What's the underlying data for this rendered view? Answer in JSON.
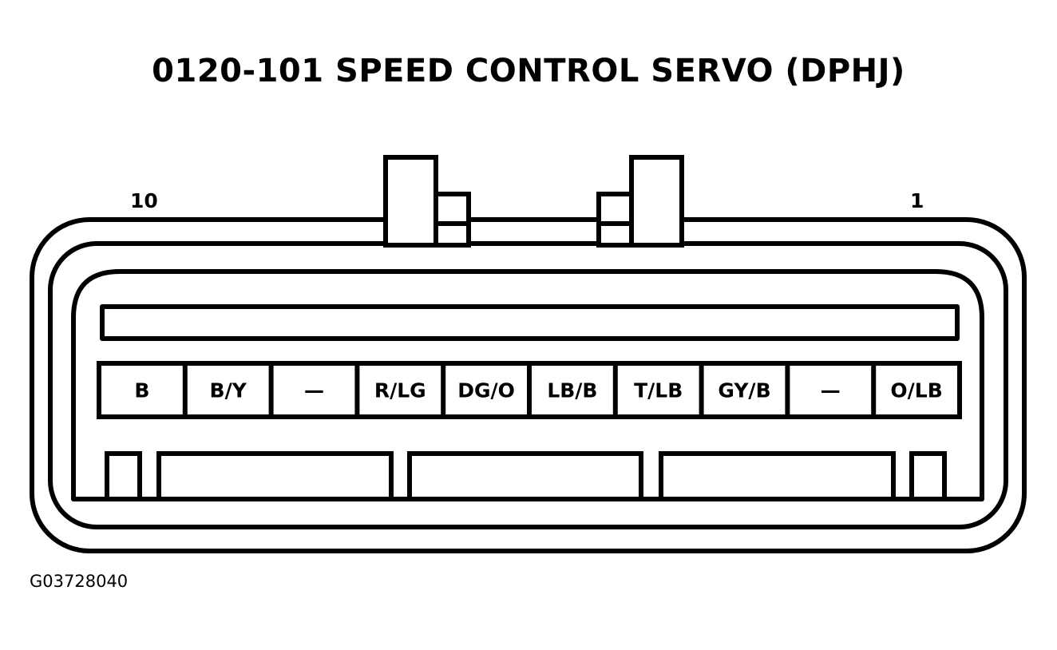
{
  "title": "0120-101 SPEED CONTROL SERVO (DPHJ)",
  "pin_label_left": "10",
  "pin_label_right": "1",
  "figure_code": "G03728040",
  "cavities": [
    "B",
    "B/Y",
    "—",
    "R/LG",
    "DG/O",
    "LB/B",
    "T/LB",
    "GY/B",
    "—",
    "O/LB"
  ]
}
